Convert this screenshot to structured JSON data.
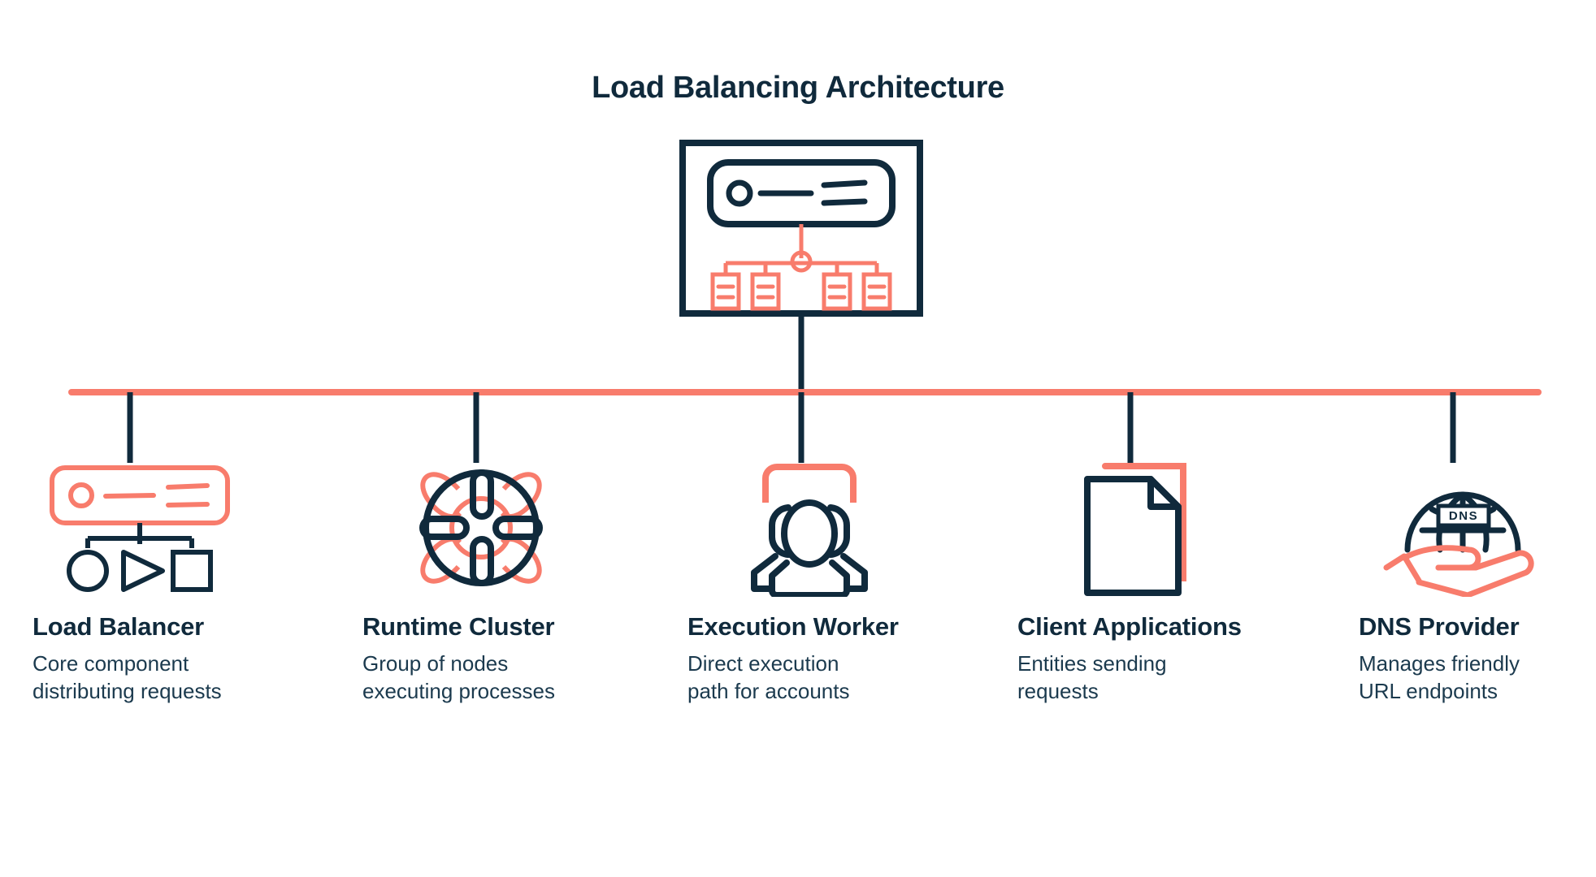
{
  "diagram": {
    "title": "Load Balancing Architecture",
    "colors": {
      "navy": "#102a3c",
      "coral": "#f87c6c",
      "background": "#ffffff"
    },
    "hub": {
      "icon_name": "load-balancer-server-tree-icon",
      "dns_label": ""
    },
    "nodes": [
      {
        "id": "load-balancer",
        "icon_name": "load-balancer-shapes-icon",
        "title": "Load Balancer",
        "desc_line1": "Core component",
        "desc_line2": "distributing requests"
      },
      {
        "id": "runtime-cluster",
        "icon_name": "lifebuoy-cluster-icon",
        "title": "Runtime Cluster",
        "desc_line1": "Group of nodes",
        "desc_line2": "executing processes"
      },
      {
        "id": "execution-worker",
        "icon_name": "user-group-icon",
        "title": "Execution Worker",
        "desc_line1": "Direct execution",
        "desc_line2": "path for accounts"
      },
      {
        "id": "client-applications",
        "icon_name": "document-page-icon",
        "title": "Client Applications",
        "desc_line1": "Entities sending",
        "desc_line2": "requests"
      },
      {
        "id": "dns-provider",
        "icon_name": "dns-globe-hand-icon",
        "title": "DNS Provider",
        "desc_line1": "Manages friendly",
        "desc_line2": "URL endpoints"
      }
    ],
    "dns_icon_text": "DNS"
  }
}
